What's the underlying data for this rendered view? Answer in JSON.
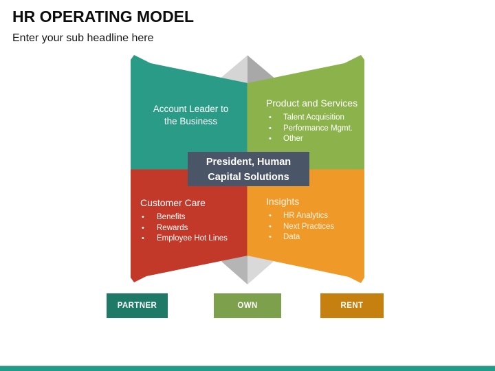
{
  "slide": {
    "title": "HR OPERATING MODEL",
    "subtitle": "Enter your sub headline here"
  },
  "center_box": {
    "line1": "President, Human",
    "line2": "Capital Solutions",
    "color": "#4A5568"
  },
  "quadrants": {
    "account_leader": {
      "line1": "Account Leader to",
      "line2": "the Business",
      "color": "#2A9B86"
    },
    "products": {
      "title": "Product and Services",
      "items": [
        "Talent Acquisition",
        "Performance Mgmt.",
        "Other"
      ],
      "color": "#8CB34B"
    },
    "customer_care": {
      "title": "Customer Care",
      "items": [
        "Benefits",
        "Rewards",
        "Employee Hot Lines"
      ],
      "color": "#C2392A"
    },
    "insights": {
      "title": "Insights",
      "items": [
        "HR Analytics",
        "Next Practices",
        "Data"
      ],
      "color": "#EF9A28"
    }
  },
  "buttons": [
    {
      "label": "PARTNER",
      "color": "#1E7A67"
    },
    {
      "label": "OWN",
      "color": "#7DA04C"
    },
    {
      "label": "RENT",
      "color": "#C6800F"
    }
  ],
  "decor": {
    "bullet": "•",
    "pyramid_top_left": "#D5D5D5",
    "pyramid_top_right": "#A8A8A8",
    "pyramid_bottom_left": "#B5B5B5",
    "pyramid_bottom_right": "#D9D9D9",
    "footer_bar_color": "#1F9D89",
    "footer_line_color": "#DCDCDC"
  }
}
